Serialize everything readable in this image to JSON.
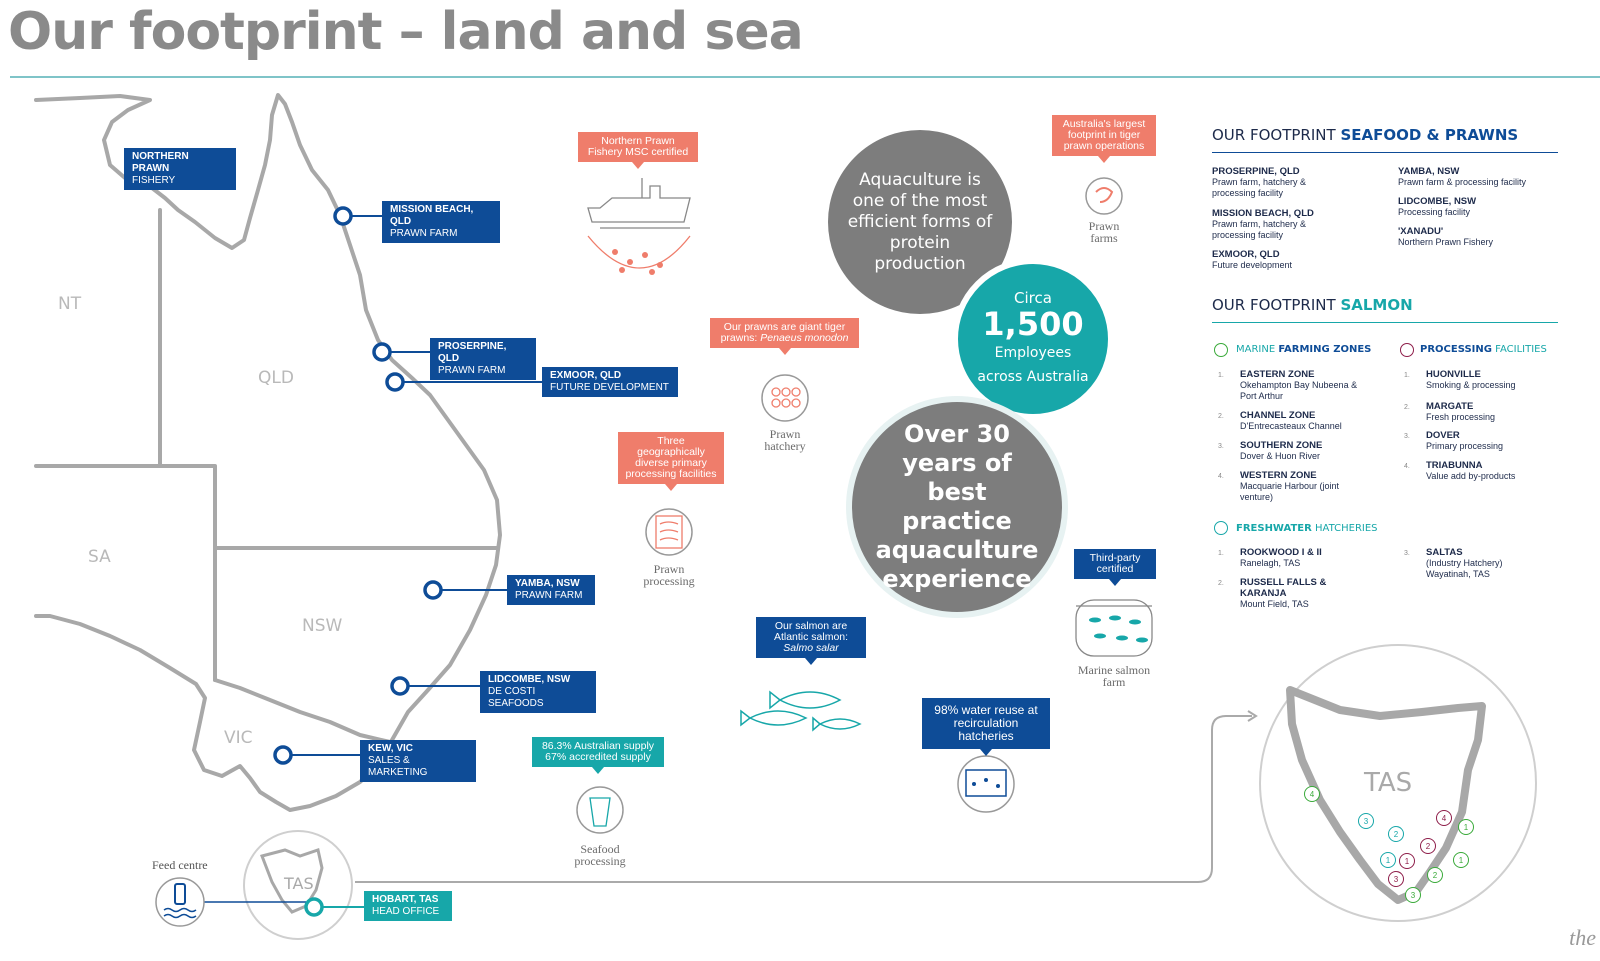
{
  "title": "Our footprint – land and sea",
  "states": {
    "nt": "NT",
    "qld": "QLD",
    "sa": "SA",
    "nsw": "NSW",
    "vic": "VIC",
    "tas": "TAS"
  },
  "locations": [
    {
      "name": "NORTHERN PRAWN",
      "desc": "FISHERY"
    },
    {
      "name": "MISSION BEACH, QLD",
      "desc": "PRAWN FARM"
    },
    {
      "name": "PROSERPINE, QLD",
      "desc": "PRAWN FARM"
    },
    {
      "name": "EXMOOR, QLD",
      "desc": "FUTURE DEVELOPMENT"
    },
    {
      "name": "YAMBA, NSW",
      "desc": "PRAWN FARM"
    },
    {
      "name": "LIDCOMBE, NSW",
      "desc": "DE COSTI SEAFOODS"
    },
    {
      "name": "KEW, VIC",
      "desc": "SALES & MARKETING"
    },
    {
      "name": "HOBART, TAS",
      "desc": "HEAD OFFICE"
    }
  ],
  "callouts": {
    "msc": "Northern Prawn Fishery MSC certified",
    "tiger_pre": "Our prawns are giant tiger prawns: ",
    "tiger_species": "Penaeus monodon",
    "three": "Three geographically diverse primary processing facilities",
    "largest": "Australia's largest footprint in tiger prawn operations",
    "salmon_pre": "Our salmon are Atlantic salmon: ",
    "salmon_species": "Salmo salar",
    "supply": "86.3% Australian supply 67% accredited supply",
    "water": "98% water reuse at recirculation hatcheries",
    "third": "Third-party certified"
  },
  "captions": {
    "hatchery": "Prawn hatchery",
    "processing": "Prawn processing",
    "farms": "Prawn farms",
    "seafood": "Seafood processing",
    "marine": "Marine salmon farm",
    "feed": "Feed centre"
  },
  "bubbles": {
    "aquaculture": "Aquaculture is one of the most efficient forms of protein production",
    "circa": "Circa",
    "employees_num": "1,500",
    "employees_text": "Employees across Australia",
    "over30": "Over 30 years of best practice aquaculture experience"
  },
  "seafood": {
    "heading_pre": "OUR FOOTPRINT ",
    "heading_hl": "SEAFOOD & PRAWNS",
    "entries": [
      {
        "name": "PROSERPINE, QLD",
        "desc": "Prawn farm, hatchery & processing facility"
      },
      {
        "name": "MISSION BEACH, QLD",
        "desc": "Prawn farm, hatchery & processing facility"
      },
      {
        "name": "EXMOOR, QLD",
        "desc": "Future development"
      },
      {
        "name": "YAMBA, NSW",
        "desc": "Prawn farm & processing facility"
      },
      {
        "name": "LIDCOMBE, NSW",
        "desc": "Processing facility"
      },
      {
        "name": "'XANADU'",
        "desc": "Northern Prawn Fishery"
      }
    ]
  },
  "salmon": {
    "heading_pre": "OUR FOOTPRINT ",
    "heading_hl": "SALMON",
    "marine_pre": "MARINE ",
    "marine_hl": "FARMING ZONES",
    "processing_hl": "PROCESSING",
    "processing_post": " FACILITIES",
    "freshwater_hl": "FRESHWATER",
    "freshwater_post": " HATCHERIES",
    "zones": [
      {
        "num": "1.",
        "name": "EASTERN ZONE",
        "desc": "Okehampton Bay Nubeena & Port Arthur"
      },
      {
        "num": "2.",
        "name": "CHANNEL ZONE",
        "desc": "D'Entrecasteaux Channel"
      },
      {
        "num": "3.",
        "name": "SOUTHERN ZONE",
        "desc": "Dover & Huon River"
      },
      {
        "num": "4.",
        "name": "WESTERN ZONE",
        "desc": "Macquarie Harbour (joint venture)"
      }
    ],
    "facilities": [
      {
        "num": "1.",
        "name": "HUONVILLE",
        "desc": "Smoking & processing"
      },
      {
        "num": "2.",
        "name": "MARGATE",
        "desc": "Fresh processing"
      },
      {
        "num": "3.",
        "name": "DOVER",
        "desc": "Primary processing"
      },
      {
        "num": "4.",
        "name": "TRIABUNNA",
        "desc": "Value add by-products"
      }
    ],
    "hatcheries": [
      {
        "num": "1.",
        "name": "ROOKWOOD I & II",
        "desc": "Ranelagh, TAS"
      },
      {
        "num": "2.",
        "name": "RUSSELL FALLS & KARANJA",
        "desc": "Mount Field, TAS"
      },
      {
        "num": "3.",
        "name": "SALTAS",
        "desc": "(Industry Hatchery) Wayatinah, TAS"
      }
    ]
  },
  "tas_markers": [
    "4",
    "3",
    "2",
    "1",
    "1",
    "2",
    "3",
    "3",
    "4",
    "1",
    "2",
    "1"
  ],
  "footer_text": "the",
  "colors": {
    "navy": "#0e4c97",
    "teal": "#17a7a9",
    "coral": "#ef7d6b",
    "grey": "#7d7d7d",
    "green": "#3aaa3a",
    "maroon": "#8e1e4a"
  }
}
